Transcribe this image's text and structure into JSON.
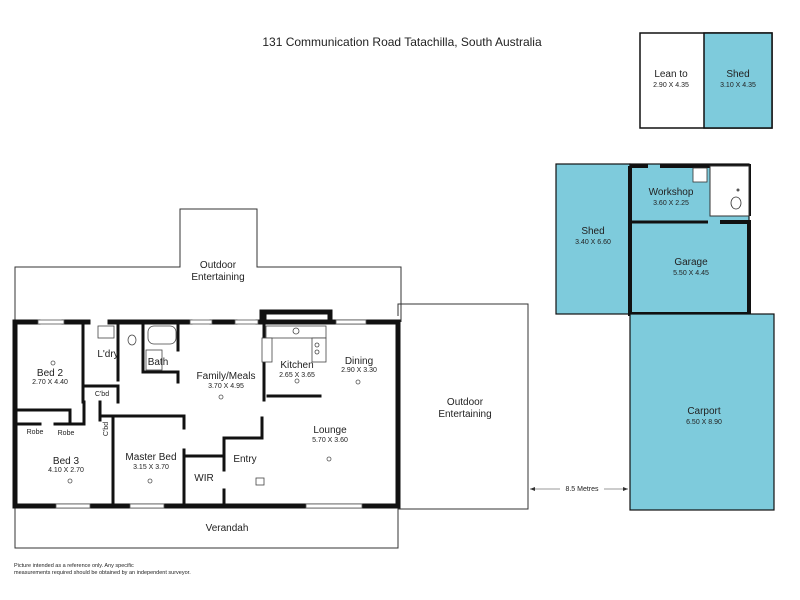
{
  "title": "131 Communication Road Tatachilla, South Australia",
  "disclaimer": {
    "line1": "Picture intended as a reference only. Any specific",
    "line2": "measurements required should be obtained by an independent surveyor."
  },
  "rooms": {
    "outdoor_top": {
      "name": "Outdoor",
      "name2": "Entertaining"
    },
    "bed2": {
      "name": "Bed 2",
      "dims": "2.70 X 4.40"
    },
    "laundry": {
      "name": "L'dry"
    },
    "bath": {
      "name": "Bath"
    },
    "cbd1": {
      "name": "C'bd"
    },
    "family": {
      "name": "Family/Meals",
      "dims": "3.70 X 4.95"
    },
    "kitchen": {
      "name": "Kitchen",
      "dims": "2.65 X 3.65"
    },
    "dining": {
      "name": "Dining",
      "dims": "2.90 X 3.30"
    },
    "robe1": {
      "name": "Robe"
    },
    "robe2": {
      "name": "Robe"
    },
    "cbd2": {
      "name": "C'bd"
    },
    "bed3": {
      "name": "Bed 3",
      "dims": "4.10 X 2.70"
    },
    "master": {
      "name": "Master Bed",
      "dims": "3.15 X 3.70"
    },
    "wir": {
      "name": "WIR"
    },
    "entry": {
      "name": "Entry"
    },
    "lounge": {
      "name": "Lounge",
      "dims": "5.70 X 3.60"
    },
    "verandah": {
      "name": "Verandah"
    },
    "outdoor_right": {
      "name": "Outdoor",
      "name2": "Entertaining"
    },
    "lean_to": {
      "name": "Lean to",
      "dims": "2.90 X 4.35"
    },
    "shed_small": {
      "name": "Shed",
      "dims": "3.10 X 4.35"
    },
    "shed_big": {
      "name": "Shed",
      "dims": "3.40 X 6.60"
    },
    "workshop": {
      "name": "Workshop",
      "dims": "3.60 X 2.25"
    },
    "garage": {
      "name": "Garage",
      "dims": "5.50 X 4.45"
    },
    "carport": {
      "name": "Carport",
      "dims": "6.50 X 8.90"
    }
  },
  "distance": {
    "label": "8.5 Metres"
  },
  "colors": {
    "outbuilding_fill": "#7ecbdc",
    "wall": "#111111",
    "thin_line": "#333333"
  }
}
